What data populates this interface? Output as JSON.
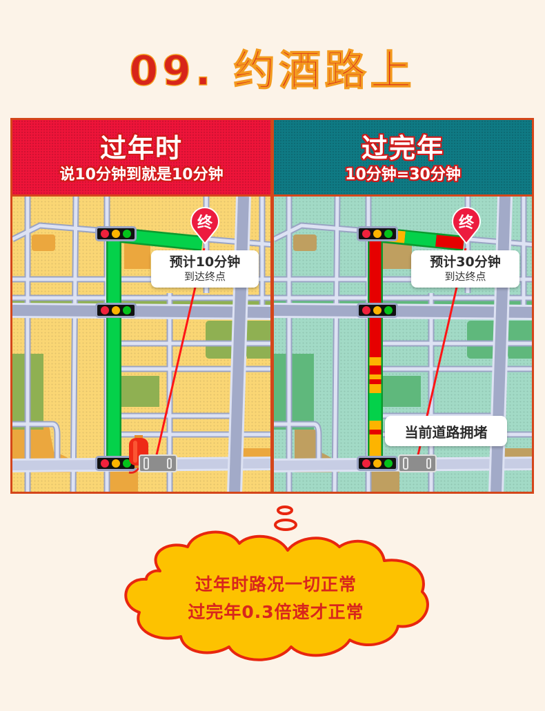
{
  "title": "09. 约酒路上",
  "colors": {
    "title_red": "#d7251a",
    "left_header": "#ee1439",
    "right_header": "#0f7a84",
    "panel_border": "#d4461a",
    "left_map": "#fad674",
    "right_map": "#a2dac6",
    "route_green": "#04d14a",
    "route_red": "#e60000",
    "route_yellow": "#fdb400",
    "cloud_fill": "#fdc200"
  },
  "panels": {
    "left": {
      "heading": "过年时",
      "subheading": "说10分钟到就是10分钟",
      "pin_label": "终",
      "eta_main": "预计10分钟",
      "eta_sub": "到达终点"
    },
    "right": {
      "heading": "过完年",
      "subheading": "10分钟=30分钟",
      "pin_label": "终",
      "eta_main": "预计30分钟",
      "eta_sub": "到达终点",
      "status": "当前道路拥堵"
    }
  },
  "icons": {
    "traffic_light": "traffic-light-icon",
    "destination_pin": "map-pin-icon",
    "car": "car-icon",
    "lantern": "lantern-icon",
    "thought_cloud": "thought-cloud"
  },
  "cloud": {
    "line1": "过年时路况一切正常",
    "line2": "过完年0.3倍速才正常"
  }
}
